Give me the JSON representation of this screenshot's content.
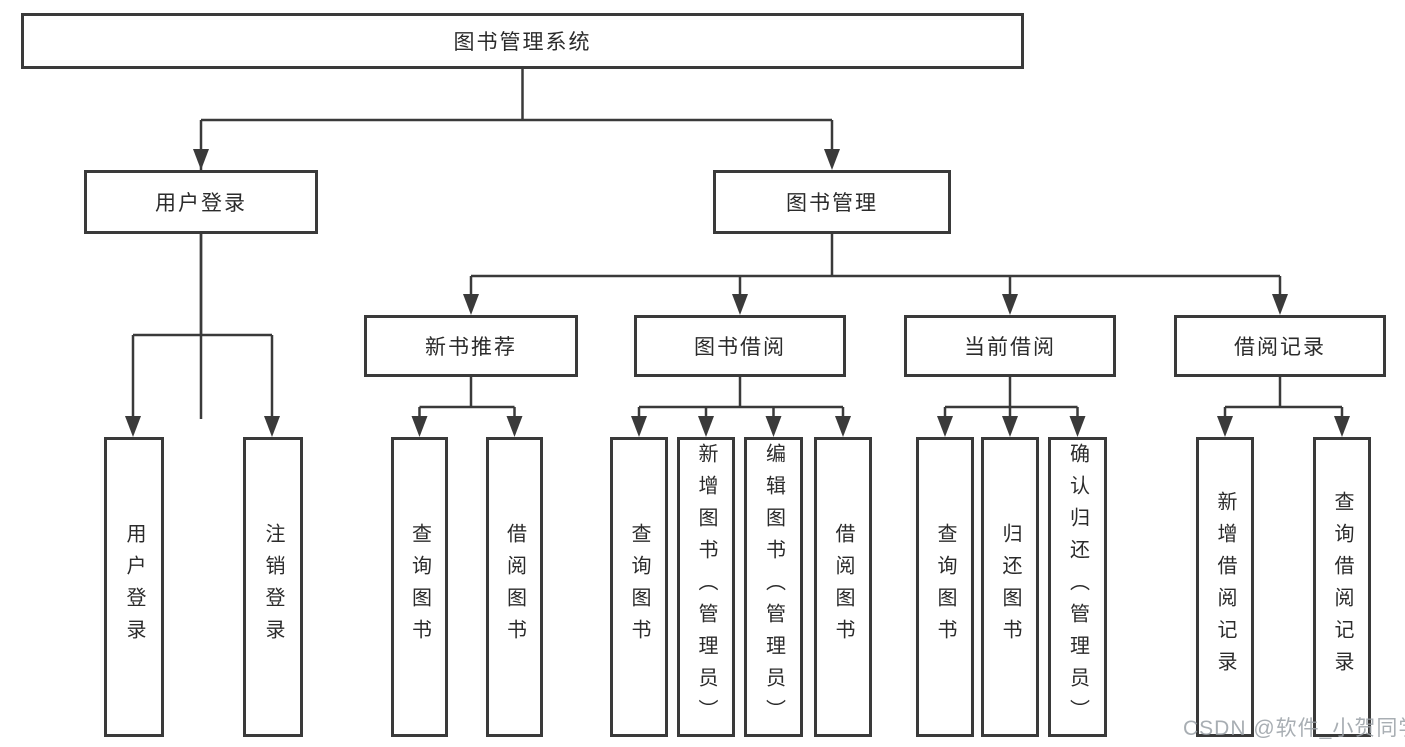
{
  "colors": {
    "line": "#3a3a3a",
    "box_border": "#3a3a3a",
    "box_fill": "#ffffff",
    "text": "#2b2b2b",
    "background": "#ffffff",
    "watermark": "#9aa0a6"
  },
  "diagram": {
    "root": {
      "label": "图书管理系统"
    },
    "level2": {
      "user_login": {
        "label": "用户登录"
      },
      "book_mgmt": {
        "label": "图书管理"
      }
    },
    "level3": {
      "new_books": {
        "label": "新书推荐"
      },
      "borrowing": {
        "label": "图书借阅"
      },
      "current": {
        "label": "当前借阅"
      },
      "records": {
        "label": "借阅记录"
      }
    },
    "leaves": {
      "user_login": [
        "用户登录",
        "注销登录"
      ],
      "new_books": [
        "查询图书",
        "借阅图书"
      ],
      "borrowing": [
        "查询图书",
        "新增图书（管理员）",
        "编辑图书（管理员）",
        "借阅图书"
      ],
      "current": [
        "查询图书",
        "归还图书",
        "确认归还（管理员）"
      ],
      "records": [
        "新增借阅记录",
        "查询借阅记录"
      ]
    }
  },
  "watermark": {
    "text": "CSDN @软件_小贺同学"
  }
}
